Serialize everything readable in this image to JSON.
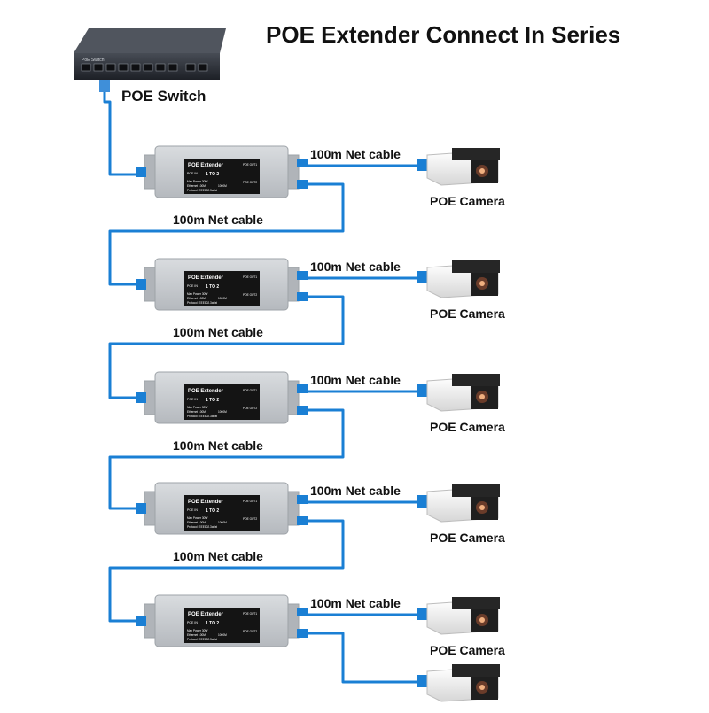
{
  "title": "POE Extender Connect In Series",
  "switch": {
    "label": "POE Switch",
    "panel_text": "PoE Switch"
  },
  "extenders": [
    {
      "name": "POE Extender",
      "ratio": "1 TO 2",
      "port_in": "POE IN",
      "out1": "POE OUT1",
      "out2": "POE OUT2",
      "power": "Max Power 30W",
      "ethernet": "Ethernet 100M",
      "ethernet_alt": "1000M",
      "protocol": "Protocol IEEE802.3af/at"
    },
    {
      "name": "POE Extender",
      "ratio": "1 TO 2",
      "port_in": "POE IN",
      "out1": "POE OUT1",
      "out2": "POE OUT2",
      "power": "Max Power 30W",
      "ethernet": "Ethernet 100M",
      "ethernet_alt": "1000M",
      "protocol": "Protocol IEEE802.3af/at"
    },
    {
      "name": "POE Extender",
      "ratio": "1 TO 2",
      "port_in": "POE IN",
      "out1": "POE OUT1",
      "out2": "POE OUT2",
      "power": "Max Power 30W",
      "ethernet": "Ethernet 100M",
      "ethernet_alt": "1000M",
      "protocol": "Protocol IEEE802.3af/at"
    },
    {
      "name": "POE Extender",
      "ratio": "1 TO 2",
      "port_in": "POE IN",
      "out1": "POE OUT1",
      "out2": "POE OUT2",
      "power": "Max Power 30W",
      "ethernet": "Ethernet 100M",
      "ethernet_alt": "1000M",
      "protocol": "Protocol IEEE802.3af/at"
    },
    {
      "name": "POE Extender",
      "ratio": "1 TO 2",
      "port_in": "POE IN",
      "out1": "POE OUT1",
      "out2": "POE OUT2",
      "power": "Max Power 30W",
      "ethernet": "Ethernet 100M",
      "ethernet_alt": "1000M",
      "protocol": "Protocol IEEE802.3af/at"
    }
  ],
  "camera_cable_labels": [
    "100m Net cable",
    "100m Net cable",
    "100m Net cable",
    "100m Net cable",
    "100m Net cable"
  ],
  "chain_cable_labels": [
    "100m Net cable",
    "100m Net cable",
    "100m Net cable",
    "100m Net cable"
  ],
  "camera_labels": [
    "POE Camera",
    "POE Camera",
    "POE Camera",
    "POE Camera",
    "POE Camera"
  ],
  "colors": {
    "cable": "#1a7fd4",
    "extender_body": "#c9cdd2",
    "switch_body": "#2b2f36",
    "camera_body": "#f2f2f2",
    "camera_hood": "#262626"
  }
}
